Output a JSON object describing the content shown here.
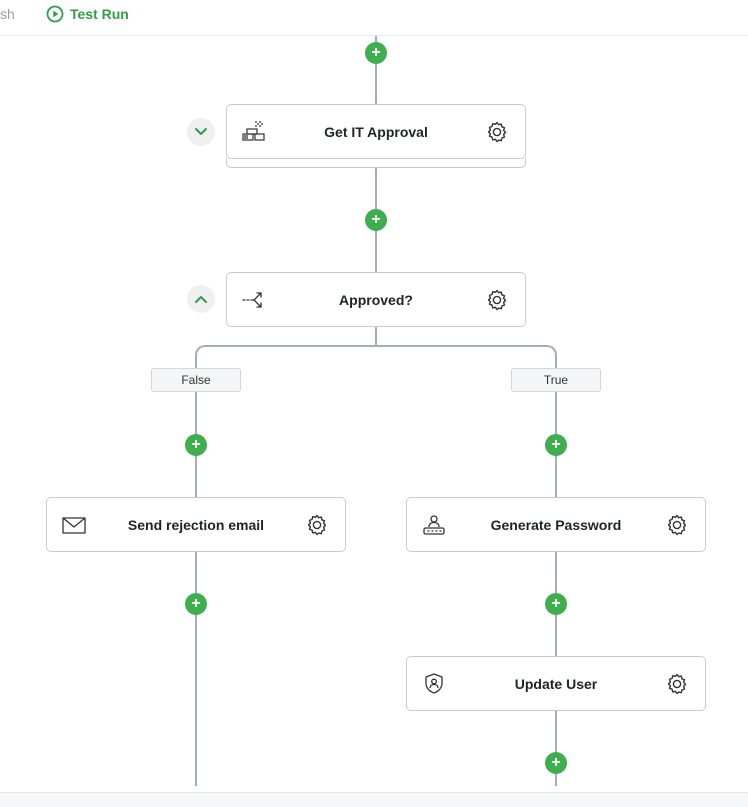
{
  "toolbar": {
    "partial_label": "sh",
    "test_run_label": "Test Run",
    "accent": "#2e9e47"
  },
  "steps": {
    "it_approval": {
      "title": "Get IT Approval",
      "icon": "approval-icon"
    },
    "approved": {
      "title": "Approved?",
      "icon": "branch-condition-icon"
    },
    "rejection": {
      "title": "Send rejection email",
      "icon": "mail-icon"
    },
    "generate": {
      "title": "Generate Password",
      "icon": "password-generator-icon"
    },
    "update": {
      "title": "Update User",
      "icon": "shield-user-icon"
    }
  },
  "branches": {
    "false_label": "False",
    "true_label": "True"
  },
  "add_button_label": "+",
  "colors": {
    "connector": "#a7adb3",
    "add_button": "#3fae4e",
    "card_border": "#c7cbd0"
  }
}
